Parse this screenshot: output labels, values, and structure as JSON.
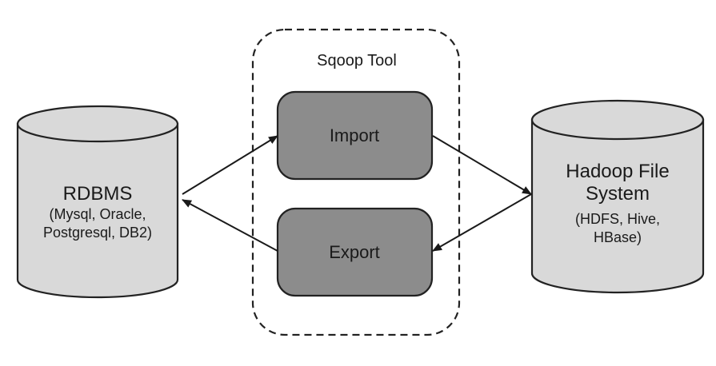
{
  "tool": {
    "title": "Sqoop Tool",
    "import_label": "Import",
    "export_label": "Export"
  },
  "rdbms": {
    "title": "RDBMS",
    "line1": "(Mysql, Oracle,",
    "line2": "Postgresql, DB2)"
  },
  "hadoop": {
    "title_line1": "Hadoop File",
    "title_line2": "System",
    "line1": "(HDFS, Hive,",
    "line2": "HBase)"
  },
  "colors": {
    "cylinder_fill": "#d9d9d9",
    "process_fill": "#8c8c8c",
    "stroke": "#222222"
  }
}
